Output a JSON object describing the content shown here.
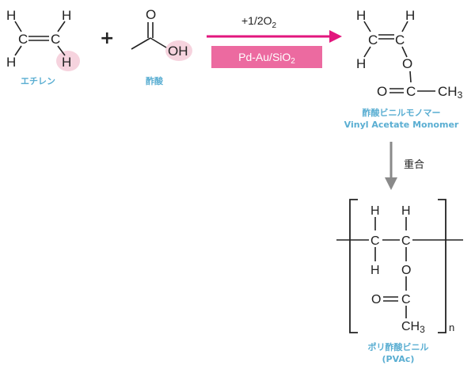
{
  "colors": {
    "caption": "#5aaed2",
    "reaction_arrow": "#e2167d",
    "catalyst_box": "#ec6aa0",
    "highlight": "#f6d3de",
    "polymerization_arrow": "#8a8a8a"
  },
  "reactants": {
    "ethylene": {
      "atoms": {
        "h1": "H",
        "h2": "H",
        "h3": "H",
        "h4": "H",
        "c1": "C",
        "c2": "C"
      },
      "bond": "=",
      "caption": "エチレン"
    },
    "plus": "+",
    "acetic_acid": {
      "atoms": {
        "o": "O",
        "oh": "OH"
      },
      "caption": "酢酸"
    }
  },
  "reaction": {
    "condition": "+1/2O",
    "condition_sub": "2",
    "catalyst": "Pd-Au/SiO",
    "catalyst_sub": "2"
  },
  "product": {
    "atoms": {
      "h1": "H",
      "h2": "H",
      "h3": "H",
      "c1": "C",
      "c2": "C",
      "o_ester": "O",
      "o_carbonyl": "O",
      "c3": "C",
      "ch3": "CH",
      "ch3_sub": "3"
    },
    "bond": "=",
    "caption_jp": "酢酸ビニルモノマー",
    "caption_en": "Vinyl Acetate Monomer"
  },
  "polymerization": {
    "label": "重合"
  },
  "polymer": {
    "atoms": {
      "h_top1": "H",
      "h_top2": "H",
      "c1": "C",
      "c2": "C",
      "h_bot": "H",
      "o_ester": "O",
      "o_carbonyl": "O",
      "c3": "C",
      "ch3": "CH",
      "ch3_sub": "3"
    },
    "bond": "=",
    "subscript_n": "n",
    "caption_jp": "ポリ酢酸ビニル",
    "caption_en": "(PVAc)"
  }
}
